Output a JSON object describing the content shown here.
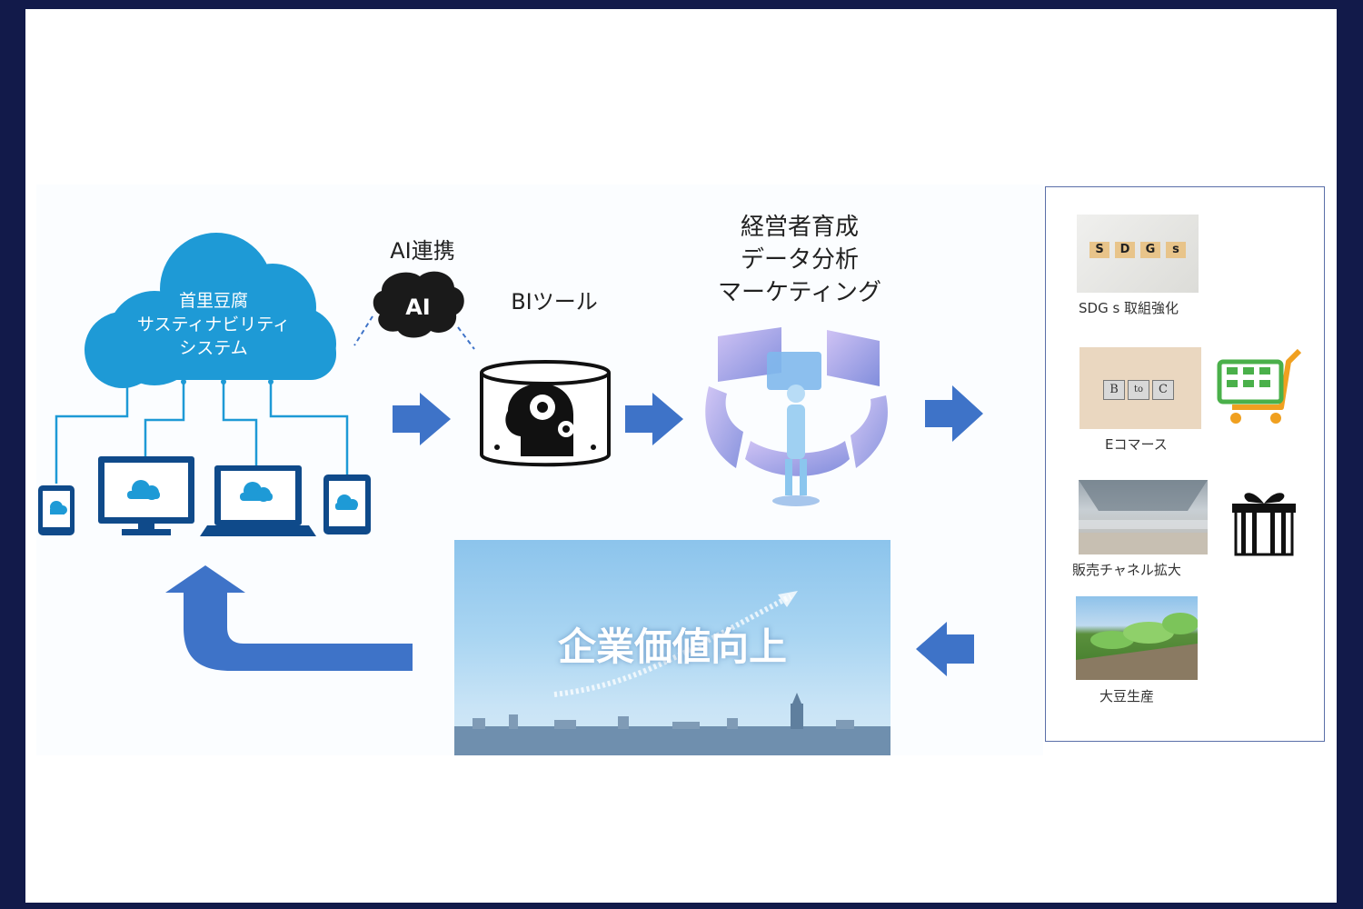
{
  "cloud": {
    "line1": "首里豆腐",
    "line2": "サスティナビリティ",
    "line3": "システム"
  },
  "ai": {
    "label": "AI連携",
    "badge": "AI"
  },
  "bi": {
    "label": "BIツール"
  },
  "management": {
    "line1": "経営者育成",
    "line2": "データ分析",
    "line3": "マーケティング"
  },
  "banner": {
    "title": "企業価値向上"
  },
  "side_panel": {
    "items": [
      {
        "label": "SDG s 取組強化",
        "tiles": [
          "S",
          "D",
          "G",
          "s"
        ]
      },
      {
        "label": "Eコマース",
        "tiles": [
          "B",
          "to",
          "C"
        ]
      },
      {
        "label": "販売チャネル拡大"
      },
      {
        "label": "大豆生産"
      }
    ]
  },
  "colors": {
    "cloud": "#1e9ad6",
    "connector": "#1e9ad6",
    "device": "#0f4a8a",
    "arrow": "#3e73c8",
    "cart": "#f0a020",
    "cart_basket": "#4ab04a",
    "background": "#121a4a"
  }
}
